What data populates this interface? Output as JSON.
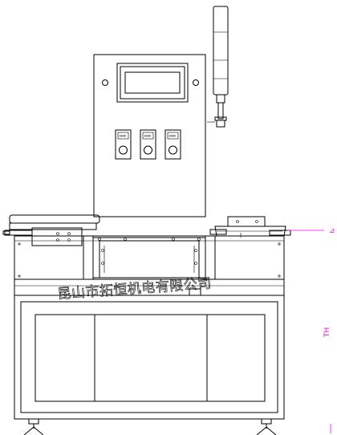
{
  "drawing": {
    "watermark_text": "昆山市拓恒机电有限公司",
    "side_label_text": "TH",
    "controller_count": 3,
    "controller_display_text": "8888",
    "colors": {
      "line": "#000000",
      "dimension_line": "#ff00ff",
      "background": "#ffffff"
    }
  }
}
